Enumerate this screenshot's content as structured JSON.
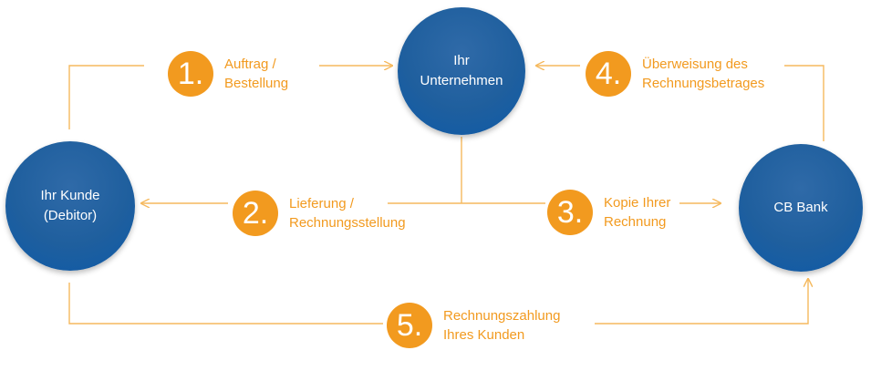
{
  "colors": {
    "accent": "#f29a1f",
    "node": "#1f5f9e",
    "line": "#f5b95e"
  },
  "nodes": {
    "company": {
      "label": "Ihr\nUnternehmen"
    },
    "customer": {
      "label": "Ihr Kunde\n(Debitor)"
    },
    "bank": {
      "label": "CB Bank"
    }
  },
  "steps": [
    {
      "number": "1.",
      "line1": "Auftrag /",
      "line2": "Bestellung"
    },
    {
      "number": "2.",
      "line1": "Lieferung /",
      "line2": "Rechnungsstellung"
    },
    {
      "number": "3.",
      "line1": "Kopie Ihrer",
      "line2": "Rechnung"
    },
    {
      "number": "4.",
      "line1": "Überweisung des",
      "line2": "Rechnungsbetrages"
    },
    {
      "number": "5.",
      "line1": "Rechnungszahlung",
      "line2": "Ihres Kunden"
    }
  ]
}
